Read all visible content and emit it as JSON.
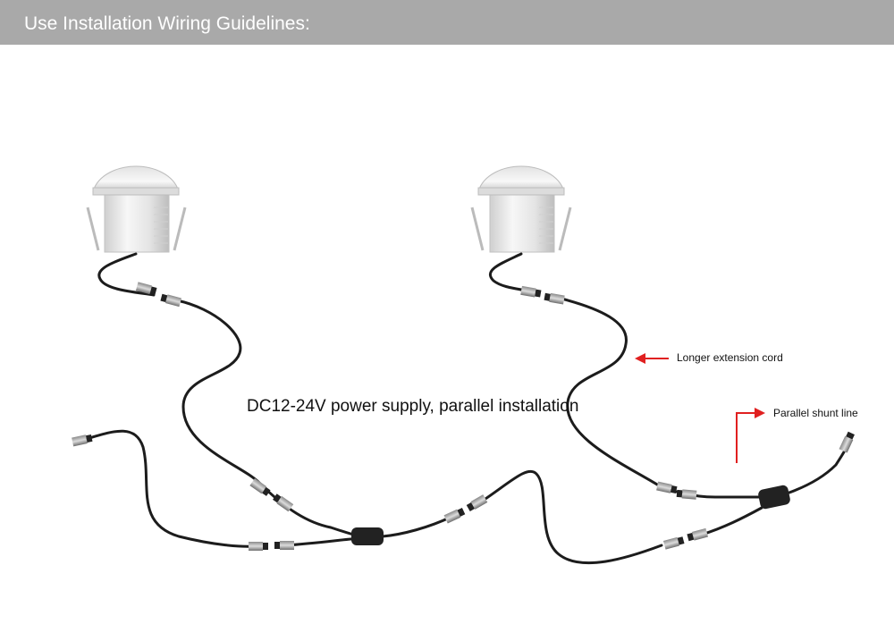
{
  "header": {
    "title": "Use Installation Wiring Guidelines:"
  },
  "caption": "DC12-24V power supply, parallel installation",
  "annotations": {
    "extension_cord": "Longer extension cord",
    "shunt_line": "Parallel shunt line"
  },
  "colors": {
    "header_bg": "#a9a9a9",
    "cable": "#1c1c1c",
    "arrow": "#e02020",
    "light_body": "#e8e8e8"
  }
}
